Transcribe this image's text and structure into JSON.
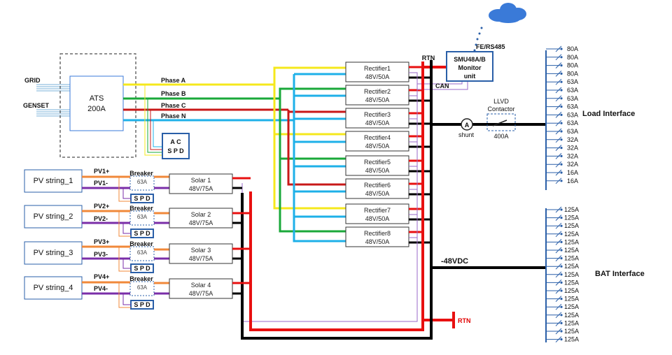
{
  "sources": {
    "grid": "GRID",
    "genset": "GENSET"
  },
  "ats": {
    "name": "ATS",
    "rating": "200A"
  },
  "phases": [
    "Phase A",
    "Phase B",
    "Phase C",
    "Phase N"
  ],
  "ac_spd": {
    "line1": "A C",
    "line2": "S P D"
  },
  "rectifiers": [
    {
      "name": "Rectifier1",
      "rating": "48V/50A"
    },
    {
      "name": "Rectifier2",
      "rating": "48V/50A"
    },
    {
      "name": "Rectifier3",
      "rating": "48V/50A"
    },
    {
      "name": "Rectifier4",
      "rating": "48V/50A"
    },
    {
      "name": "Rectifier5",
      "rating": "48V/50A"
    },
    {
      "name": "Rectifier6",
      "rating": "48V/50A"
    },
    {
      "name": "Rectifier7",
      "rating": "48V/50A"
    },
    {
      "name": "Rectifier8",
      "rating": "48V/50A"
    }
  ],
  "pv_strings": [
    {
      "name": "PV string_1",
      "pos": "PV1+",
      "neg": "PV1-",
      "breaker": "Breaker",
      "breaker_rating": "63A",
      "spd": "S P D",
      "solar": "Solar 1",
      "solar_rating": "48V/75A"
    },
    {
      "name": "PV string_2",
      "pos": "PV2+",
      "neg": "PV2-",
      "breaker": "Breaker",
      "breaker_rating": "63A",
      "spd": "S P D",
      "solar": "Solar 2",
      "solar_rating": "48V/75A"
    },
    {
      "name": "PV string_3",
      "pos": "PV3+",
      "neg": "PV3-",
      "breaker": "Breaker",
      "breaker_rating": "63A",
      "spd": "S P D",
      "solar": "Solar 3",
      "solar_rating": "48V/75A"
    },
    {
      "name": "PV string_4",
      "pos": "PV4+",
      "neg": "PV4-",
      "breaker": "Breaker",
      "breaker_rating": "63A",
      "spd": "S P D",
      "solar": "Solar 4",
      "solar_rating": "48V/75A"
    }
  ],
  "monitor": {
    "line1": "SMU48A/B",
    "line2": "Monitor",
    "line3": "unit",
    "comm": "FE/RS485",
    "can": "CAN"
  },
  "rtn_top": "RTN",
  "rtn_bottom": "RTN",
  "shunt": {
    "symbol": "A",
    "label": "shunt"
  },
  "llvd": {
    "line1": "LLVD",
    "line2": "Contactor",
    "rating": "400A"
  },
  "load_interface": {
    "title": "Load Interface",
    "breakers": [
      "80A",
      "80A",
      "80A",
      "80A",
      "63A",
      "63A",
      "63A",
      "63A",
      "63A",
      "63A",
      "63A",
      "32A",
      "32A",
      "32A",
      "32A",
      "16A",
      "16A"
    ]
  },
  "dc_bus": "-48VDC",
  "bat_interface": {
    "title": "BAT Interface",
    "breakers": [
      "125A",
      "125A",
      "125A",
      "125A",
      "125A",
      "125A",
      "125A",
      "125A",
      "125A",
      "125A",
      "125A",
      "125A",
      "125A",
      "125A",
      "125A",
      "125A",
      "125A"
    ]
  },
  "colors": {
    "phase_a": "#f5e81c",
    "phase_b": "#1aa83a",
    "phase_c": "#c81818",
    "phase_n": "#1eb0e8",
    "pv_pos": "#f0883a",
    "pv_neg": "#7a2ea8",
    "dc_pos": "#e81010",
    "dc_neg": "#000000",
    "signal": "#9a6ac8",
    "interface": "#2a5fa8",
    "cloud": "#3a7ad8"
  }
}
